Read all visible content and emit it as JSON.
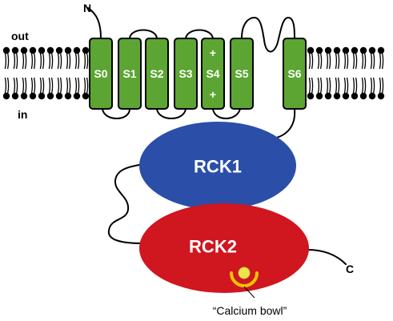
{
  "labels": {
    "n_terminus": "N",
    "c_terminus": "C",
    "outside": "out",
    "inside": "in",
    "calcium_bowl": "“Calcium bowl”"
  },
  "segments": [
    {
      "label": "S0"
    },
    {
      "label": "S1"
    },
    {
      "label": "S2"
    },
    {
      "label": "S3"
    },
    {
      "label": "S4",
      "charge": "+"
    },
    {
      "label": "S5"
    },
    {
      "label": "S6"
    }
  ],
  "domains": {
    "rck1": {
      "label": "RCK1"
    },
    "rck2": {
      "label": "RCK2"
    }
  },
  "colors": {
    "segment_fill": "#5ca532",
    "rck1_fill": "#2b4ea8",
    "rck2_fill": "#d0161f",
    "bowl_arc": "#f3c600",
    "bowl_ion": "#ece64a",
    "lipid": "#000000"
  }
}
